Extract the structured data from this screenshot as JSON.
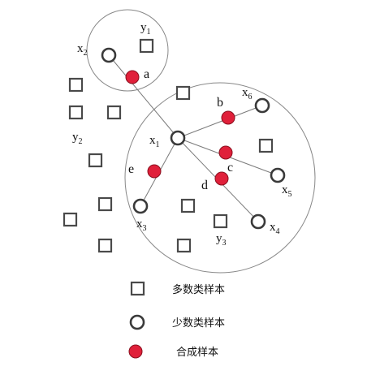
{
  "colors": {
    "background": "#ffffff",
    "majority_stroke": "#4a4a4a",
    "minority_stroke": "#3a3a3a",
    "synthetic_fill": "#e0203a",
    "synthetic_stroke": "#8a0f1e",
    "circle_stroke": "#888888",
    "line": "#7a7a7a"
  },
  "labels": {
    "x2": {
      "main": "x",
      "sub": "2"
    },
    "x1": {
      "main": "x",
      "sub": "1"
    },
    "x3": {
      "main": "x",
      "sub": "3"
    },
    "x4": {
      "main": "x",
      "sub": "4"
    },
    "x5": {
      "main": "x",
      "sub": "5"
    },
    "x6": {
      "main": "x",
      "sub": "6"
    },
    "y1": {
      "main": "y",
      "sub": "1"
    },
    "y2": {
      "main": "y",
      "sub": "2"
    },
    "y3": {
      "main": "y",
      "sub": "3"
    },
    "a": "a",
    "b": "b",
    "c": "c",
    "d": "d",
    "e": "e"
  },
  "legend": {
    "majority": "多数类样本",
    "minority": "少数类样本",
    "synthetic": "合成样本"
  }
}
